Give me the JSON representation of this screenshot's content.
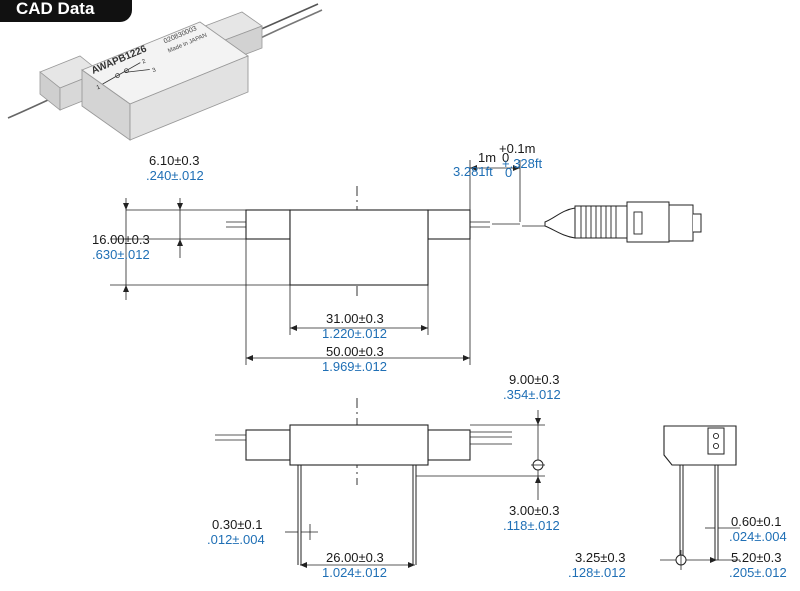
{
  "header": {
    "badge_label": "CAD Data"
  },
  "product": {
    "label_model": "AWAPB1226",
    "label_code": "020830003",
    "label_origin": "Made in JAPAN",
    "port_1": "1",
    "port_2": "2",
    "port_3": "3"
  },
  "dimensions": {
    "fiber_length": {
      "base": "1m",
      "tol_upper": "+0.1m",
      "tol_lower": "0",
      "inch_base": "3.281ft",
      "inch_tol_upper": "+.328ft",
      "inch_tol_lower": "0"
    },
    "width_6_10": {
      "metric": "6.10±0.3",
      "inch": ".240±.012"
    },
    "height_16_00": {
      "metric": "16.00±0.3",
      "inch": ".630±.012"
    },
    "length_31_00": {
      "metric": "31.00±0.3",
      "inch": "1.220±.012"
    },
    "length_50_00": {
      "metric": "50.00±0.3",
      "inch": "1.969±.012"
    },
    "height_9_00": {
      "metric": "9.00±0.3",
      "inch": ".354±.012"
    },
    "offset_3_00": {
      "metric": "3.00±0.3",
      "inch": ".118±.012"
    },
    "thick_0_30": {
      "metric": "0.30±0.1",
      "inch": ".012±.004"
    },
    "pitch_26_00": {
      "metric": "26.00±0.3",
      "inch": "1.024±.012"
    },
    "thick_0_60": {
      "metric": "0.60±0.1",
      "inch": ".024±.004"
    },
    "offset_3_25": {
      "metric": "3.25±0.3",
      "inch": ".128±.012"
    },
    "depth_5_20": {
      "metric": "5.20±0.3",
      "inch": ".205±.012"
    }
  },
  "colors": {
    "metric_text": "#1a1a1a",
    "inch_text": "#1f6fb5",
    "badge_bg": "#111111"
  }
}
